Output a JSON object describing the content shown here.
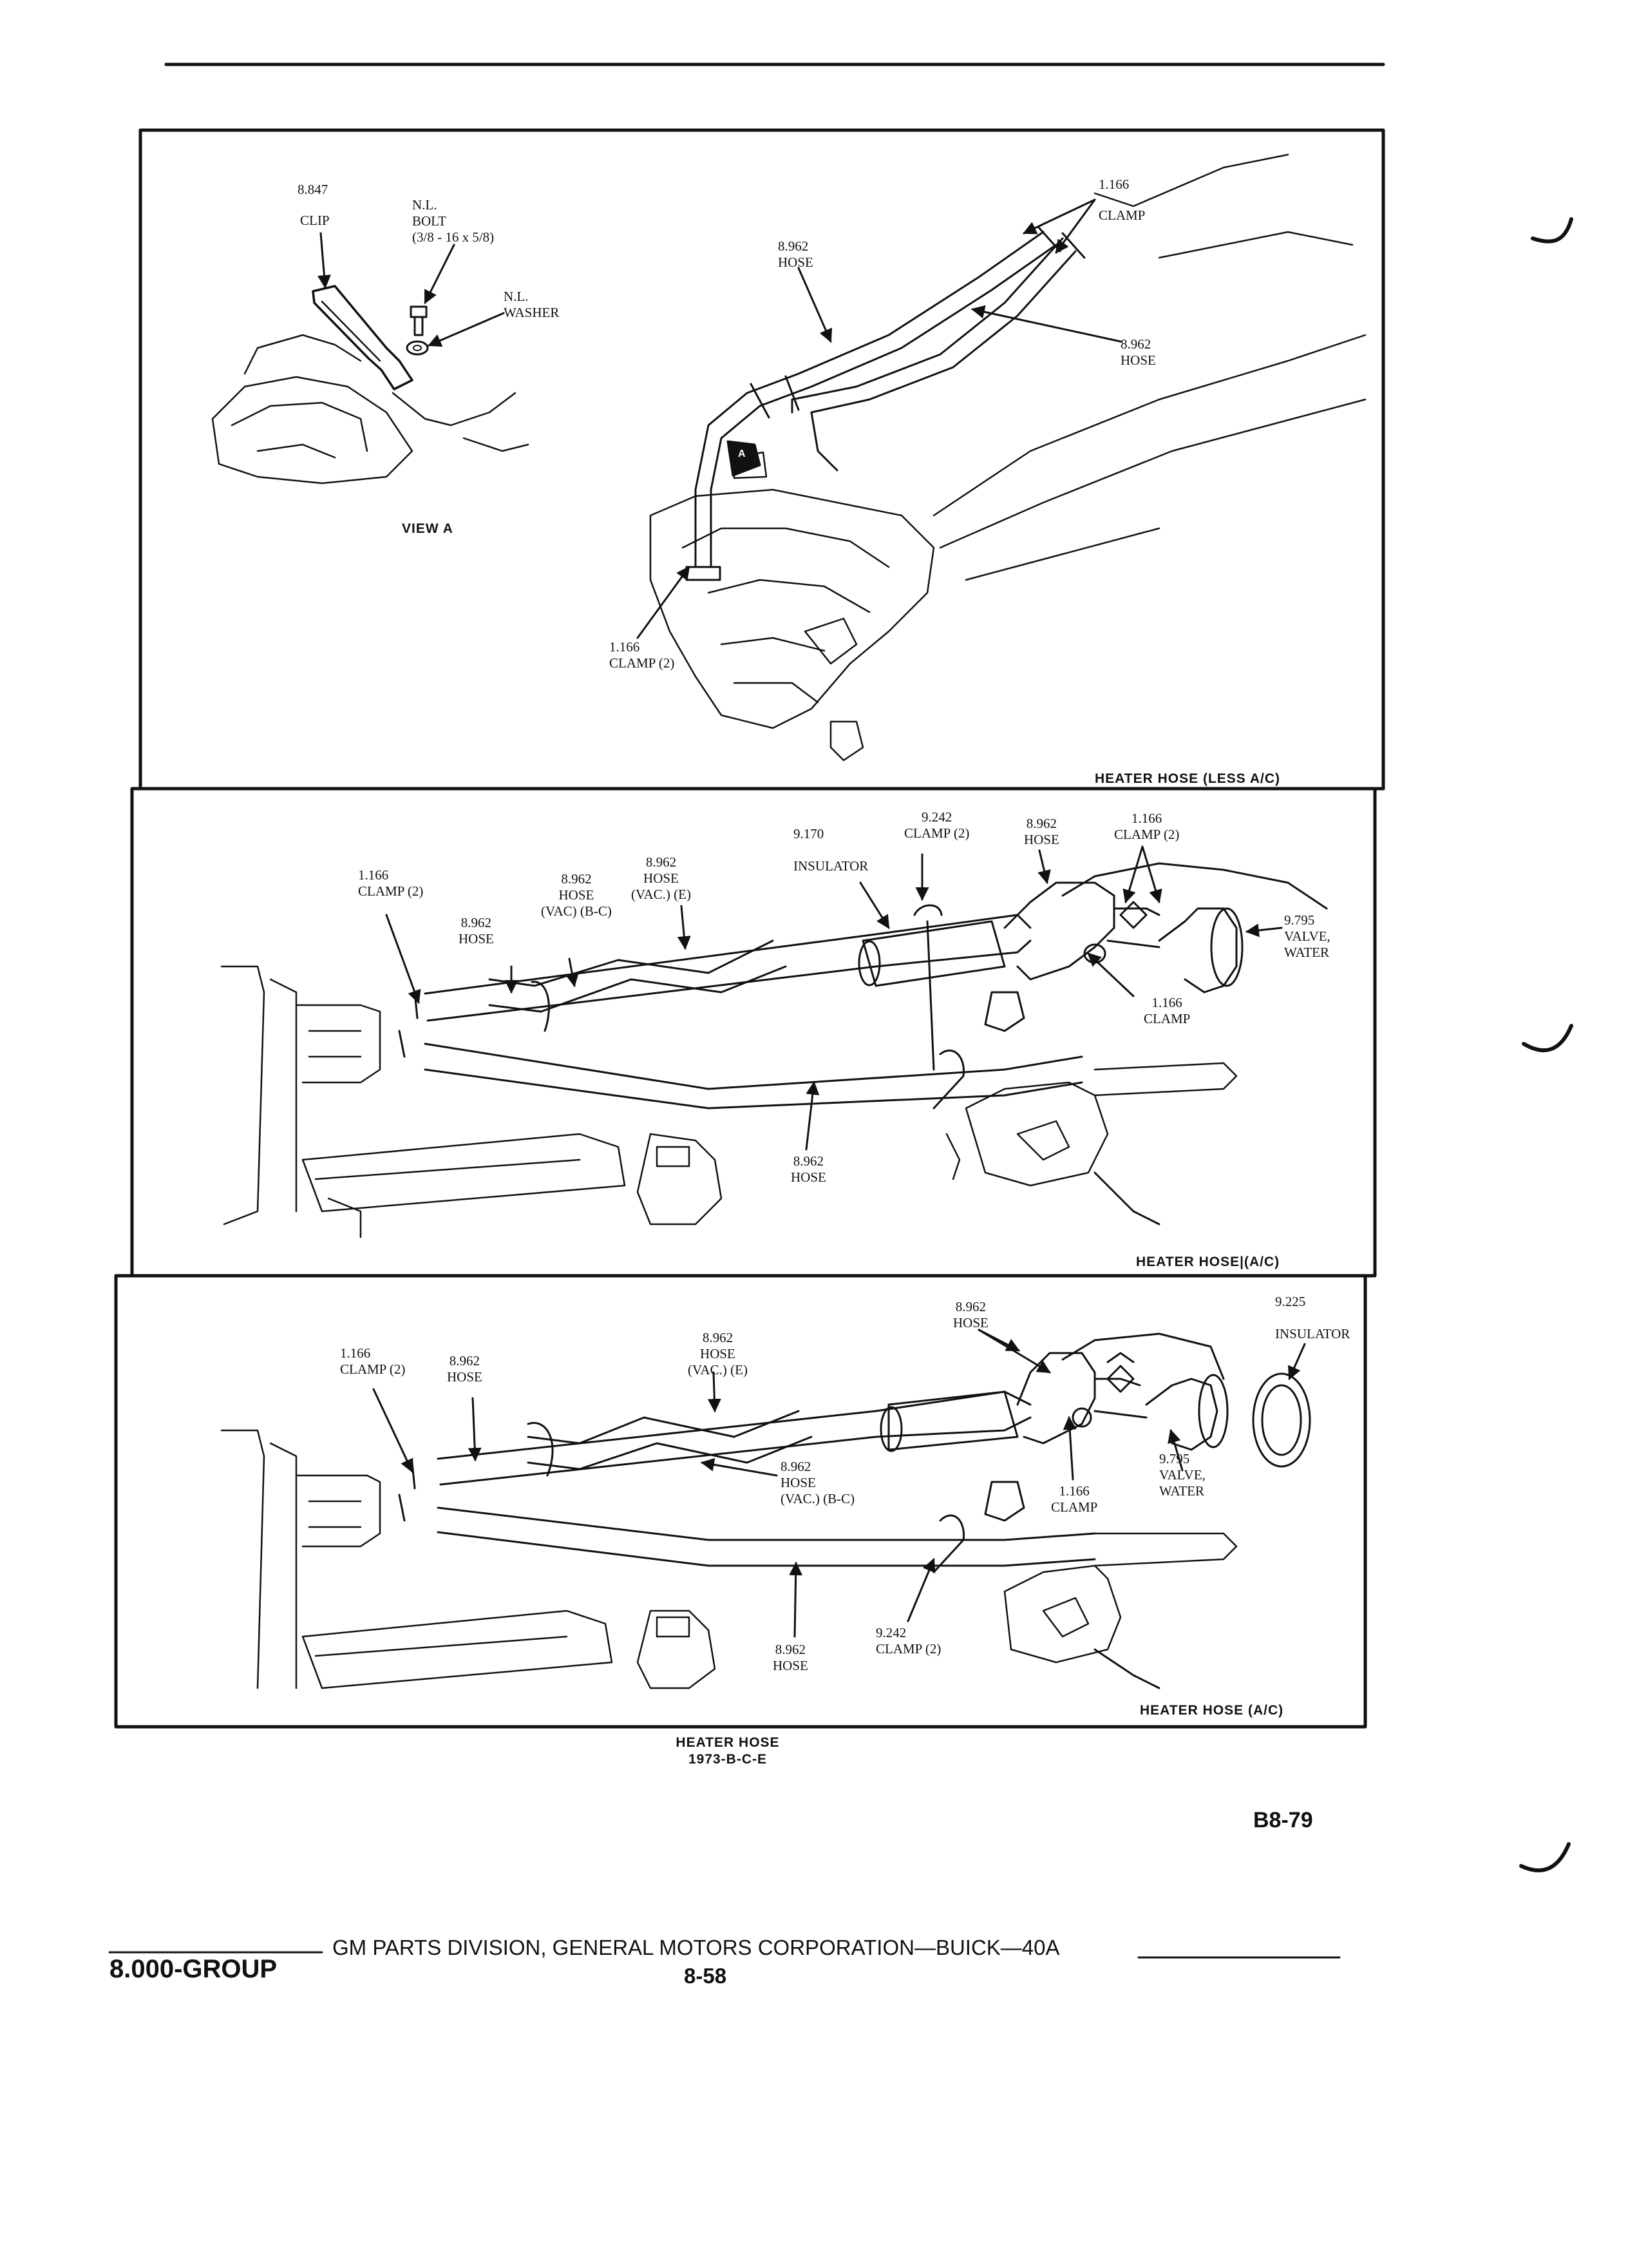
{
  "panel1": {
    "labels": {
      "clip_num": "8.847",
      "clip": "CLIP",
      "bolt": "N.L.\nBOLT\n(3/8 - 16 x 5/8)",
      "washer": "N.L.\nWASHER",
      "view_a": "VIEW A",
      "clamp_num_top": "1.166",
      "clamp_top": "CLAMP",
      "hose_upper_left": "8.962\nHOSE",
      "hose_upper_right": "8.962\nHOSE",
      "clamp2_bottom": "1.166\nCLAMP (2)",
      "view_marker": "A"
    },
    "caption": "HEATER HOSE (LESS A/C)"
  },
  "panel2": {
    "labels": {
      "clamp2_left": "1.166\nCLAMP (2)",
      "hose_left": "8.962\nHOSE",
      "hose_vac_bc": "8.962\nHOSE\n(VAC) (B-C)",
      "hose_vac_e": "8.962\nHOSE\n(VAC.) (E)",
      "insulator": "9.170\n\nINSULATOR",
      "clamp2_242": "9.242\nCLAMP (2)",
      "hose_top": "8.962\nHOSE",
      "clamp2_166": "1.166\nCLAMP (2)",
      "valve": "9.795\nVALVE,\nWATER",
      "clamp_166": "1.166\nCLAMP",
      "hose_bottom": "8.962\nHOSE"
    },
    "caption": "HEATER HOSE|(A/C)"
  },
  "panel3": {
    "labels": {
      "clamp2_left": "1.166\nCLAMP (2)",
      "hose_left": "8.962\nHOSE",
      "hose_vac_e": "8.962\nHOSE\n(VAC.) (E)",
      "hose_top": "8.962\nHOSE",
      "insulator": "9.225\n\nINSULATOR",
      "hose_vac_bc": "8.962\nHOSE\n(VAC.) (B-C)",
      "clamp_166": "1.166\nCLAMP",
      "valve": "9.795\nVALVE,\nWATER",
      "clamp2_242": "9.242\nCLAMP (2)",
      "hose_bottom": "8.962\nHOSE"
    },
    "caption": "HEATER HOSE (A/C)"
  },
  "figure_caption": {
    "line1": "HEATER HOSE",
    "line2": "1973-B-C-E"
  },
  "page_ref": "B8-79",
  "footer": {
    "group": "8.000-GROUP",
    "publisher": "GM PARTS DIVISION, GENERAL MOTORS CORPORATION—BUICK—40A",
    "page_number": "8-58"
  },
  "colors": {
    "ink": "#111111",
    "paper": "#ffffff"
  }
}
